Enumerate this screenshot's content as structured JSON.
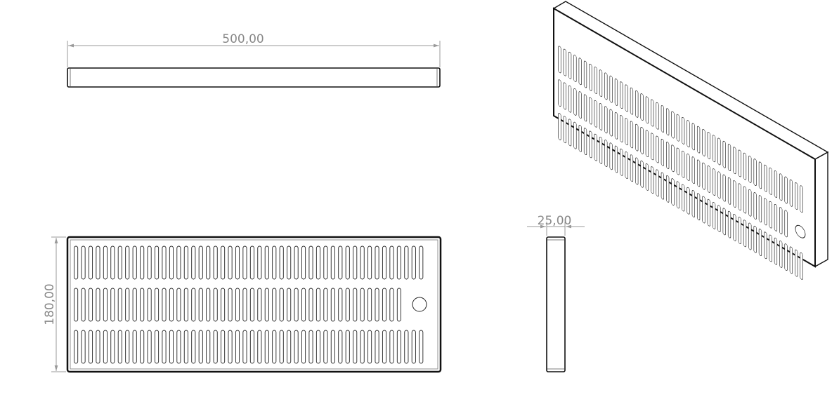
{
  "drawing": {
    "dimensions": {
      "length": "500,00",
      "height": "180,00",
      "thickness": "25,00"
    },
    "plate": {
      "slot_rows": [
        48,
        45,
        48
      ],
      "drain_hole_count": 1
    },
    "colors": {
      "line": "#111111",
      "dimension": "#888888",
      "background": "#ffffff"
    }
  }
}
